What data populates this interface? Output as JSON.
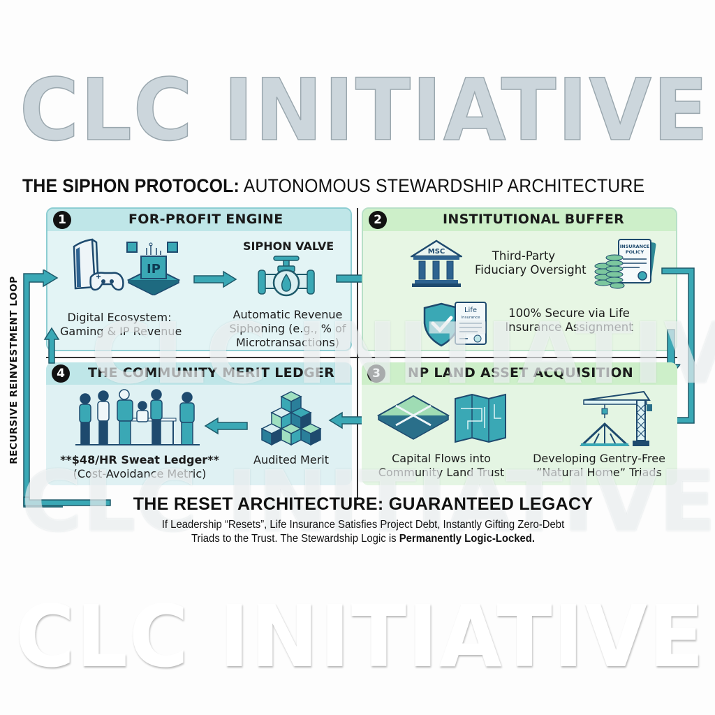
{
  "watermark": {
    "text": "CLC INITIATIVE"
  },
  "subtitle": {
    "bold": "THE SIPHON PROTOCOL:",
    "regular": " AUTONOMOUS STEWARDSHIP ARCHITECTURE"
  },
  "loop_label": "RECURSIVE REINVESTMENT LOOP",
  "colors": {
    "teal": "#3aa8b5",
    "navy": "#1e4a6e",
    "blue_panel": "#e3f4f5",
    "green_panel": "#e7f6e4"
  },
  "panels": [
    {
      "number": "1",
      "title": "FOR-PROFIT ENGINE",
      "items": [
        {
          "icon": "game-console-icon",
          "label_line1": "Digital Ecosystem:",
          "label_line2": "Gaming & IP Revenue"
        },
        {
          "icon": "valve-icon",
          "heading": "SIPHON VALVE",
          "label_line1": "Automatic Revenue",
          "label_line2": "Siphoning (e.g., % of",
          "label_line3": "Microtransactions)"
        }
      ],
      "ip_chip_text": "IP"
    },
    {
      "number": "2",
      "title": "INSTITUTIONAL BUFFER",
      "items": [
        {
          "icon": "bank-icon",
          "bank_text": "MSC",
          "label_line1": "Third-Party",
          "label_line2": "Fiduciary Oversight"
        },
        {
          "icon": "insurance-policy-icon",
          "doc_line1": "INSURANCE",
          "doc_line2": "POLICY"
        },
        {
          "icon": "shield-check-icon",
          "doc_title": "Life",
          "doc_sub": "Insurance",
          "label_line1": "100% Secure via Life",
          "label_line2": "Insurance Assignment"
        }
      ]
    },
    {
      "number": "3",
      "title": "NP LAND ASSET ACQUISITION",
      "items": [
        {
          "icon": "land-plot-icon",
          "label_line1": "Capital Flows into",
          "label_line2": "Community Land Trust"
        },
        {
          "icon": "crane-icon",
          "label_line1": "Developing Gentry-Free",
          "label_line2": "“Natural Home” Triads"
        }
      ]
    },
    {
      "number": "4",
      "title": "THE COMMUNITY MERIT LEDGER",
      "items": [
        {
          "icon": "community-team-icon",
          "label_line1": "**$48/HR Sweat Ledger**",
          "label_line2": "(Cost-Avoidance Metric)"
        },
        {
          "icon": "cubes-icon",
          "label_line1": "Audited Merit"
        }
      ]
    }
  ],
  "reset": {
    "title": "THE RESET ARCHITECTURE: GUARANTEED LEGACY",
    "body_line1": "If Leadership “Resets”, Life Insurance Satisfies Project Debt, Instantly Gifting Zero-Debt",
    "body_line2_regular": "Triads to the Trust. The Stewardship Logic is ",
    "body_line2_bold": "Permanently Logic-Locked."
  }
}
